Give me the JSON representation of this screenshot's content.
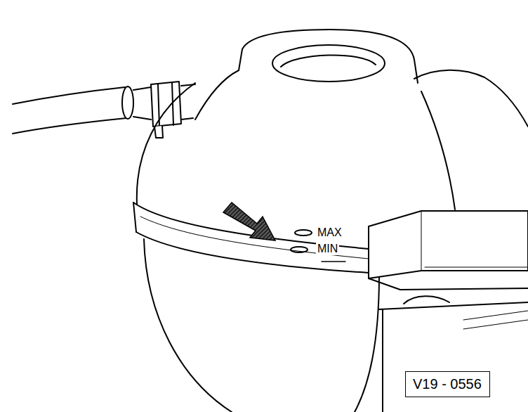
{
  "diagram": {
    "nodes": [
      {
        "text": [
          "V19 - 0556"
        ]
      }
    ],
    "labels": [
      "MAX",
      "MIN"
    ]
  }
}
